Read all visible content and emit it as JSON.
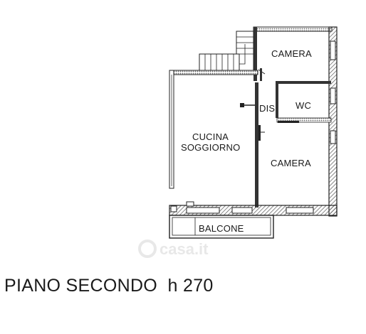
{
  "rooms": {
    "camera_top": "CAMERA",
    "wc": "WC",
    "dis": "DIS",
    "cucina_line1": "CUCINA",
    "cucina_line2": "SOGGIORNO",
    "camera_bottom": "CAMERA",
    "balcone": "BALCONE"
  },
  "caption": "PIANO SECONDO  h 270",
  "watermark": "casa.it",
  "colors": {
    "wall": "#222222",
    "hatch": "#555555",
    "door_stroke": "#333333",
    "background": "#ffffff"
  }
}
